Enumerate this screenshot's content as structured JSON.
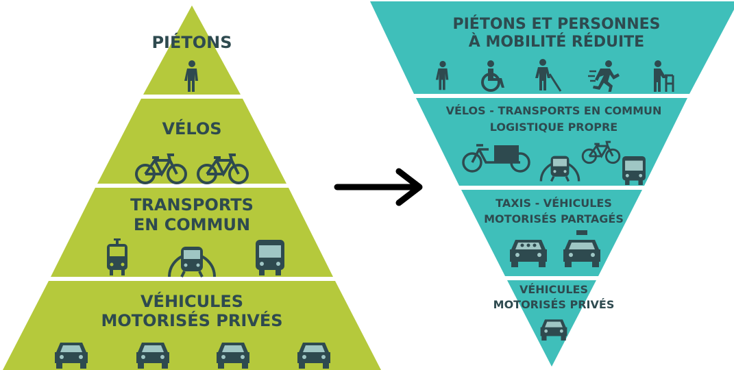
{
  "colors": {
    "green": "#b5c93c",
    "teal": "#3fbfba",
    "ink": "#2e4a4f",
    "arrow": "#000000"
  },
  "left_pyramid": {
    "tiers": [
      {
        "lines": [
          "PIÉTONS"
        ],
        "icons": [
          "pedestrian-icon"
        ]
      },
      {
        "lines": [
          "VÉLOS"
        ],
        "icons": [
          "bicycle-icon",
          "bicycle-icon"
        ]
      },
      {
        "lines": [
          "TRANSPORTS",
          "EN COMMUN"
        ],
        "icons": [
          "tram-icon",
          "metro-icon",
          "bus-icon"
        ]
      },
      {
        "lines": [
          "VÉHICULES",
          "MOTORISÉS PRIVÉS"
        ],
        "icons": [
          "car-icon",
          "car-icon",
          "car-icon",
          "car-icon"
        ]
      }
    ]
  },
  "arrow": {
    "icon": "arrow-right-icon"
  },
  "right_pyramid": {
    "tiers": [
      {
        "lines": [
          "PIÉTONS ET PERSONNES",
          "À MOBILITÉ RÉDUITE"
        ],
        "icons": [
          "pedestrian-icon",
          "wheelchair-icon",
          "blind-person-icon",
          "runner-icon",
          "elderly-walker-icon"
        ]
      },
      {
        "lines": [
          "VÉLOS - TRANSPORTS EN COMMUN",
          "LOGISTIQUE PROPRE"
        ],
        "icons": [
          "cargo-bike-icon",
          "metro-icon",
          "bicycle-icon",
          "bus-icon"
        ]
      },
      {
        "lines": [
          "TAXIS - VÉHICULES",
          "MOTORISÉS PARTAGÉS"
        ],
        "icons": [
          "shared-car-icon",
          "taxi-icon"
        ]
      },
      {
        "lines": [
          "VÉHICULES",
          "MOTORISÉS PRIVÉS"
        ],
        "icons": [
          "car-icon"
        ]
      }
    ]
  }
}
